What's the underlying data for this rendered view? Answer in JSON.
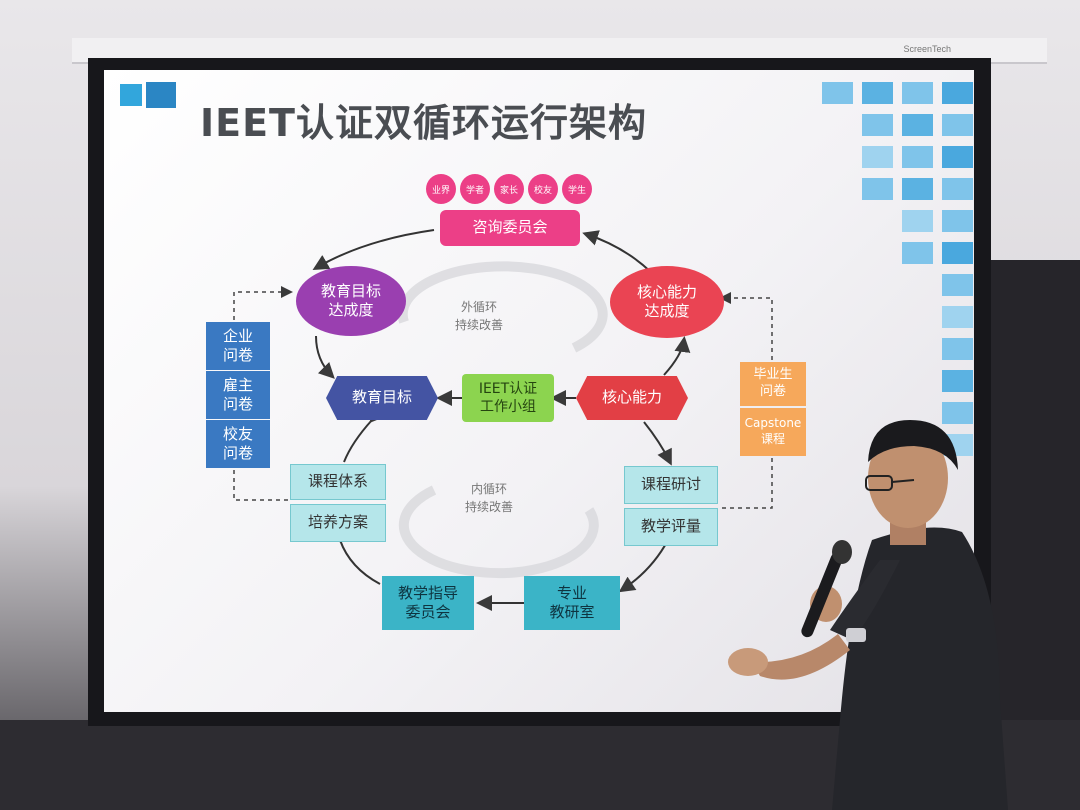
{
  "slide": {
    "title": "IEET认证双循环运行架构",
    "stakeholders": [
      "业界",
      "学者",
      "家长",
      "校友",
      "学生"
    ],
    "advisory_committee": "咨询委员会",
    "edu_goal_attain": "教育目标\n达成度",
    "core_ability_attain": "核心能力\n达成度",
    "outer_cycle": "外循环\n持续改善",
    "inner_cycle": "内循环\n持续改善",
    "edu_goal": "教育目标",
    "work_group": "IEET认证\n工作小组",
    "core_ability": "核心能力",
    "surveys": [
      "企业\n问卷",
      "雇主\n问卷",
      "校友\n问卷"
    ],
    "grad_survey": "毕业生\n问卷",
    "capstone": "Capstone\n课程",
    "curriculum": "课程体系",
    "training_plan": "培养方案",
    "course_discussion": "课程研讨",
    "teaching_eval": "教学评量",
    "teaching_committee": "教学指导\n委员会",
    "teaching_office": "专业\n教研室"
  },
  "room": {
    "case_label": "ScreenTech"
  },
  "colors": {
    "pink": "#ec3f87",
    "violet": "#9a3fb0",
    "red": "#ea4453",
    "indigo": "#4454a3",
    "green": "#8cd44f",
    "blue": "#3a79c2",
    "aqua": "#b5e6ea",
    "cyan": "#3bb4c7",
    "orange": "#f6a85b"
  }
}
